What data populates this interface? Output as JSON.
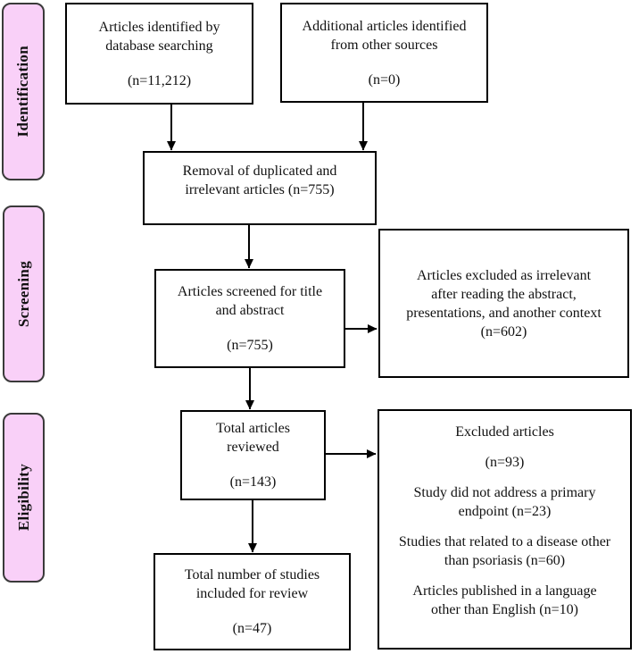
{
  "colors": {
    "stage_fill": "#f9d0f8",
    "stage_border": "#3a3a3a",
    "box_border": "#000000",
    "arrow": "#000000"
  },
  "stages": [
    {
      "label": "Identification"
    },
    {
      "label": "Screening"
    },
    {
      "label": "Eligibility"
    }
  ],
  "boxes": {
    "identified": {
      "text": "Articles identified by\ndatabase searching",
      "count": "(n=11,212)"
    },
    "additional": {
      "text": "Additional articles identified\nfrom other sources",
      "count": "(n=0)"
    },
    "removal": {
      "text": "Removal of duplicated and\nirrelevant articles (n=755)"
    },
    "screened": {
      "text": "Articles screened for title\nand abstract",
      "count": "(n=755)"
    },
    "excluded_screening": {
      "text": "Articles excluded as irrelevant\nafter reading the abstract,\npresentations, and another context\n(n=602)"
    },
    "reviewed": {
      "text": "Total articles\nreviewed",
      "count": "(n=143)"
    },
    "excluded_eligibility": {
      "title": "Excluded articles",
      "count": "(n=93)",
      "reasons": [
        "Study did not address a primary\nendpoint (n=23)",
        "Studies that related to a disease other\nthan psoriasis (n=60)",
        "Articles published in a language\nother than English (n=10)"
      ]
    },
    "included": {
      "text": "Total number of studies\nincluded for review",
      "count": "(n=47)"
    }
  }
}
